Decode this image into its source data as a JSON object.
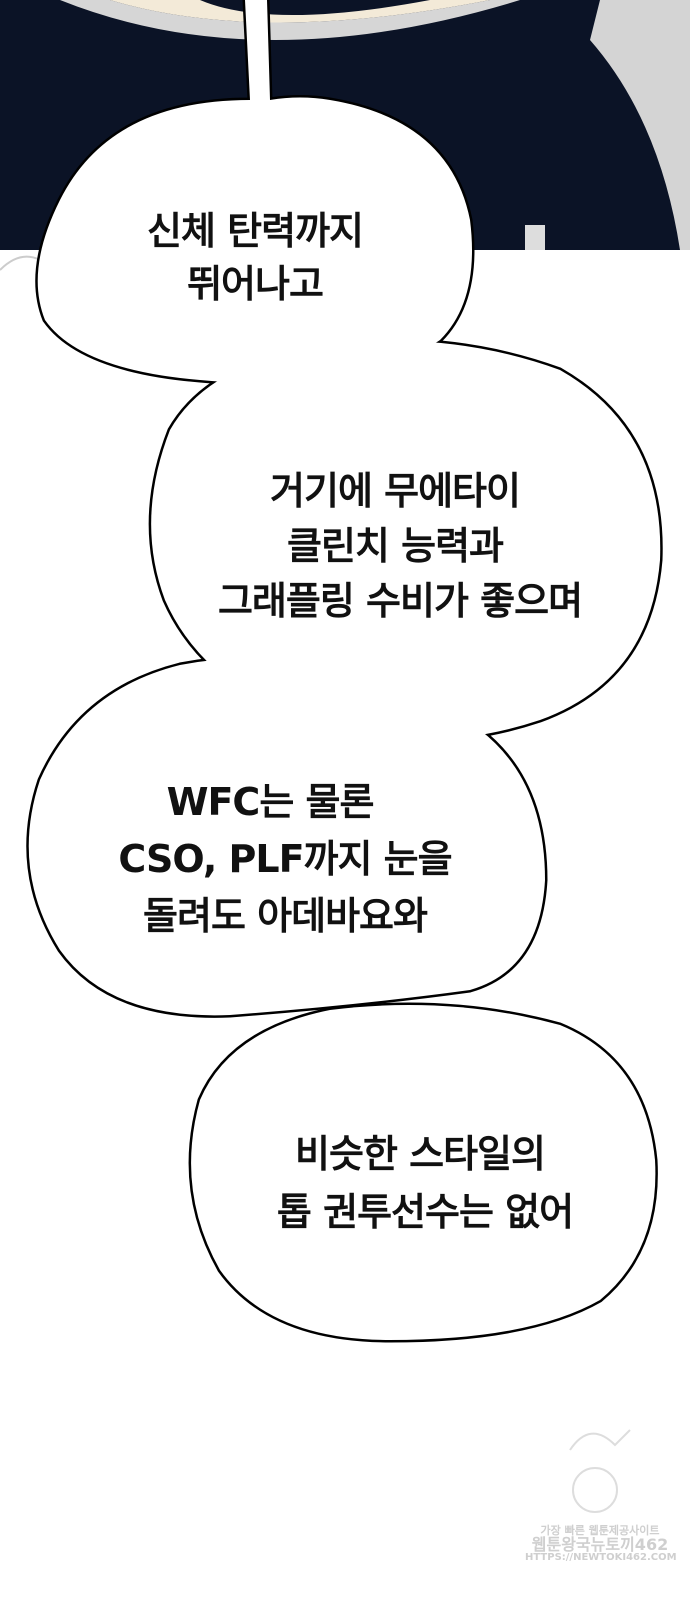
{
  "panel": {
    "background_color": "#0b1326",
    "collar_color": "#d9d9d9"
  },
  "bubbles": [
    {
      "lines": [
        "신체 탄력까지",
        "뛰어나고"
      ]
    },
    {
      "lines": [
        "거기에 무에타이",
        "클린치 능력과",
        "그래플링 수비가 좋으며"
      ]
    },
    {
      "lines": [
        "WFC는 물론",
        "CSO, PLF까지 눈을",
        "돌려도 아데바요와"
      ]
    },
    {
      "lines": [
        "비슷한 스타일의",
        "톱 권투선수는 없어"
      ]
    }
  ],
  "watermark": {
    "lines": [
      "가장 빠른 웹툰제공사이트",
      "웹툰왕국뉴토끼462",
      "HTTPS://NEWTOKI462.COM"
    ]
  }
}
